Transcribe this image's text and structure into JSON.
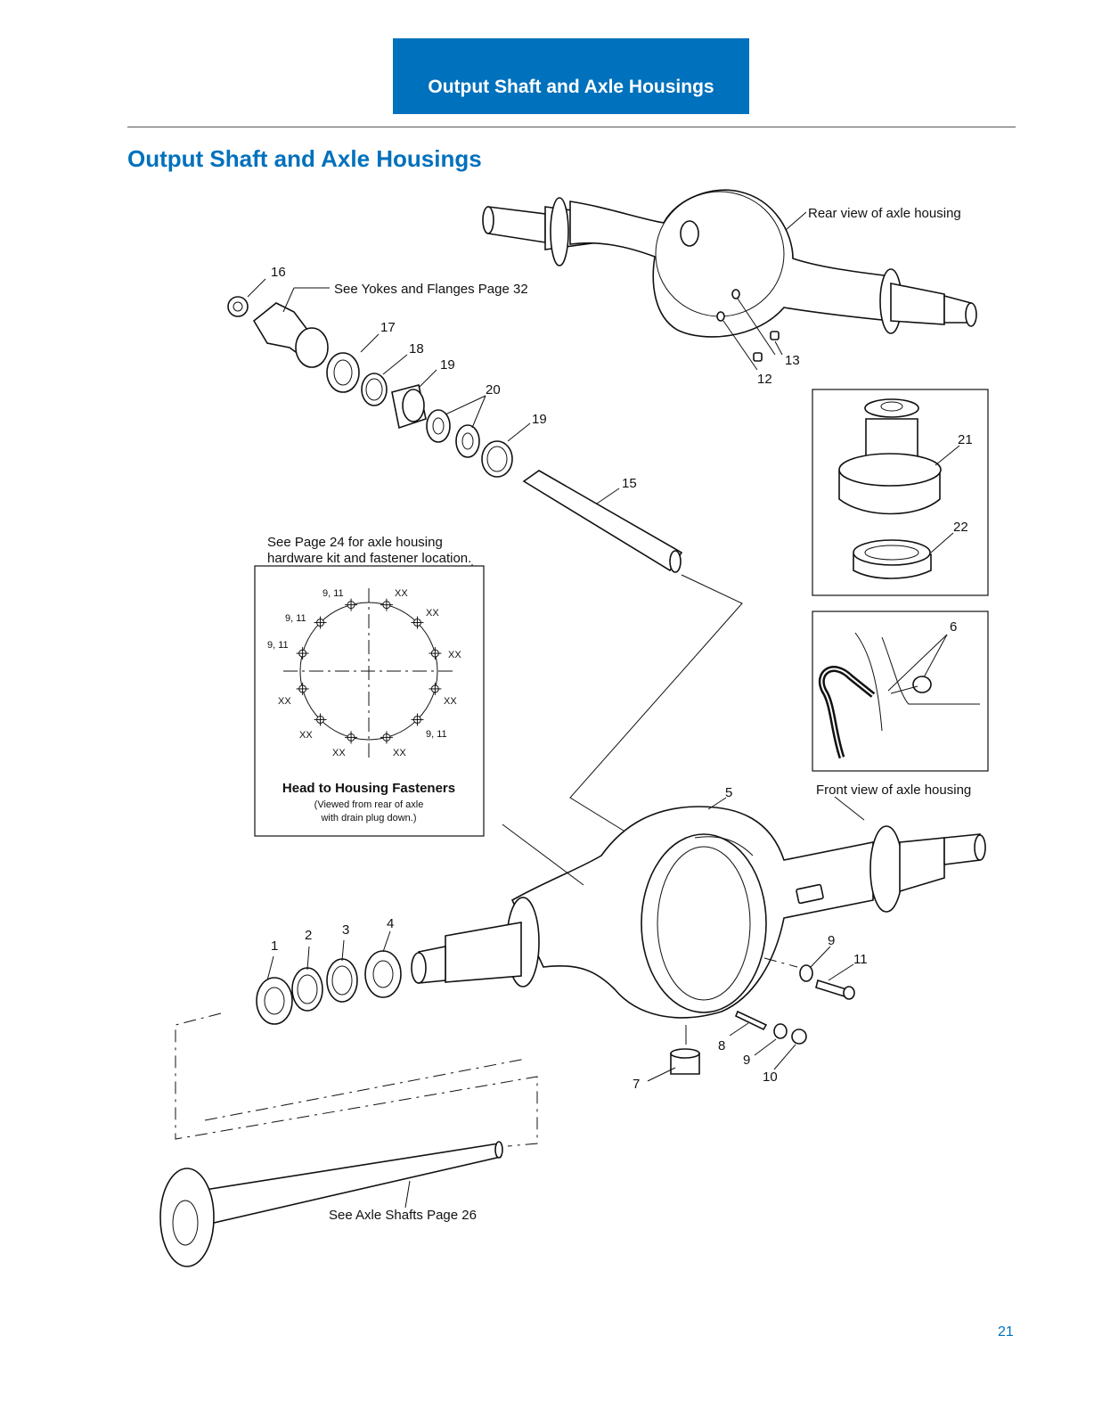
{
  "header": {
    "tab_title": "Output Shaft and Axle Housings"
  },
  "page": {
    "title": "Output Shaft and Axle Housings",
    "page_number": "21"
  },
  "callouts": {
    "rear_view": "Rear view of axle housing",
    "front_view": "Front view of axle housing",
    "yokes_ref": "See Yokes and Flanges Page 32",
    "axle_shafts_ref": "See Axle Shafts Page 26",
    "hardware_line1": "See Page 24 for axle housing",
    "hardware_line2": "hardware kit and fastener location."
  },
  "fastener_diagram": {
    "title": "Head to Housing Fasteners",
    "note_line1": "(Viewed from rear of axle",
    "note_line2": "with drain plug down.)",
    "labels": {
      "a": "9, 11",
      "b": "XX",
      "c": "9, 11",
      "d": "XX",
      "e": "9, 11",
      "f": "XX",
      "g": "XX",
      "h": "XX",
      "i": "XX",
      "j": "9, 11",
      "k": "XX",
      "l": "XX"
    }
  },
  "part_numbers": {
    "p1": "1",
    "p2": "2",
    "p3": "3",
    "p4": "4",
    "p5": "5",
    "p6": "6",
    "p7": "7",
    "p8": "8",
    "p9a": "9",
    "p9b": "9",
    "p10": "10",
    "p11": "11",
    "p12": "12",
    "p13": "13",
    "p15": "15",
    "p16": "16",
    "p17": "17",
    "p18": "18",
    "p19a": "19",
    "p19b": "19",
    "p20": "20",
    "p21": "21",
    "p22": "22"
  }
}
